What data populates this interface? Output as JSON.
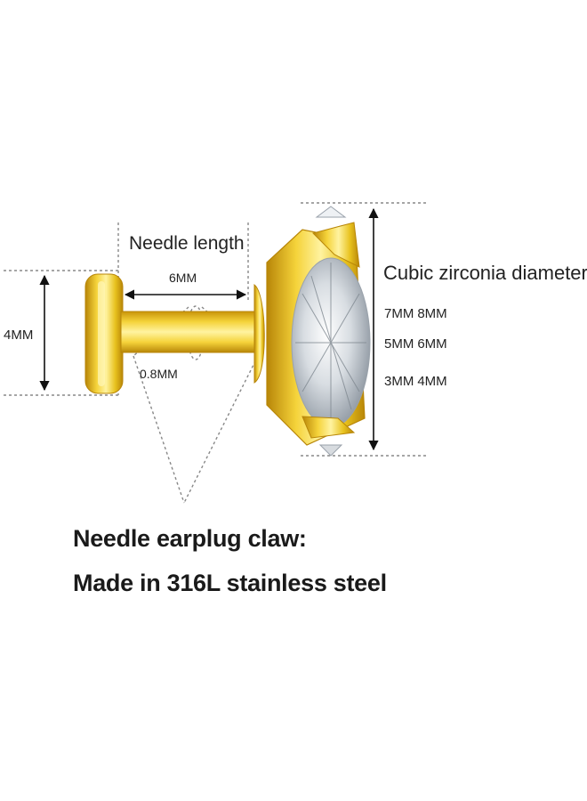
{
  "labels": {
    "needle_length": "Needle length",
    "needle_length_value": "6MM",
    "back_height": "4MM",
    "needle_diameter": "0.8MM",
    "cz_diameter_title": "Cubic zirconia diameter",
    "cz_sizes": [
      [
        "7MM",
        "8MM"
      ],
      [
        "5MM",
        "6MM"
      ],
      [
        "3MM",
        "4MM"
      ]
    ]
  },
  "caption": {
    "line1": "Needle earplug claw:",
    "line2": "Made in 316L stainless steel"
  },
  "colors": {
    "gold_light": "#fff3a0",
    "gold_mid": "#f5d33a",
    "gold_dark": "#c9940a",
    "guide_line": "#888888",
    "arrow": "#111111"
  }
}
